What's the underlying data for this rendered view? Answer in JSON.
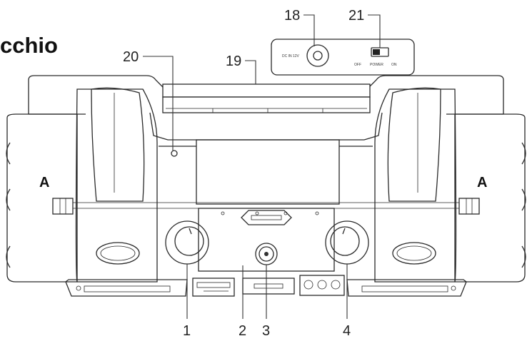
{
  "title_fragment": "cchio",
  "side_labels": {
    "left": "A",
    "right": "A"
  },
  "callouts": {
    "c1": "1",
    "c2": "2",
    "c3": "3",
    "c4": "4",
    "c18": "18",
    "c19": "19",
    "c20": "20",
    "c21": "21"
  },
  "inset_panel": {
    "dc_label": "DC IN 12V",
    "switch_off": "OFF",
    "switch_power": "POWER",
    "switch_on": "ON"
  }
}
